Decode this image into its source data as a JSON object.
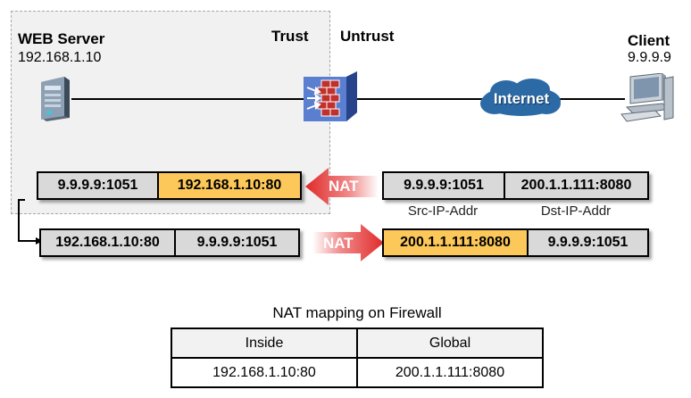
{
  "zones": {
    "trust": "Trust",
    "untrust": "Untrust"
  },
  "web_server": {
    "name": "WEB Server",
    "ip": "192.168.1.10"
  },
  "client": {
    "name": "Client",
    "ip": "9.9.9.9"
  },
  "internet_label": "Internet",
  "nat_label": "NAT",
  "packets": {
    "inbound_outside": {
      "src": "9.9.9.9:1051",
      "dst": "200.1.1.111:8080"
    },
    "inbound_inside": {
      "src": "9.9.9.9:1051",
      "dst": "192.168.1.10:80"
    },
    "outbound_inside": {
      "src": "192.168.1.10:80",
      "dst": "9.9.9.9:1051"
    },
    "outbound_outside": {
      "src": "200.1.1.111:8080",
      "dst": "9.9.9.9:1051"
    }
  },
  "field_captions": {
    "src": "Src-IP-Addr",
    "dst": "Dst-IP-Addr"
  },
  "nat_table": {
    "title": "NAT mapping on Firewall",
    "headers": [
      "Inside",
      "Global"
    ],
    "rows": [
      [
        "192.168.1.10:80",
        "200.1.1.111:8080"
      ]
    ]
  },
  "colors": {
    "translated": "#fcc85a",
    "normal": "#d9d9d9",
    "nat_arrow": "#e23b3b",
    "internet": "#2c6aa6"
  }
}
